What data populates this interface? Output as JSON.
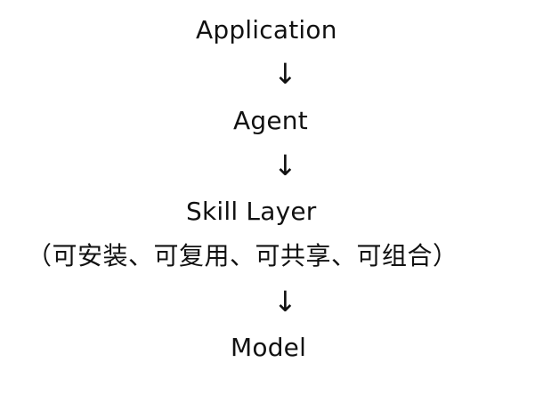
{
  "diagram": {
    "nodes": [
      {
        "label": "Application"
      },
      {
        "label": "Agent"
      },
      {
        "label": "Skill Layer",
        "subtitle": "（可安装、可复用、可共享、可组合）"
      },
      {
        "label": "Model"
      }
    ],
    "arrow_glyph": "↓"
  }
}
